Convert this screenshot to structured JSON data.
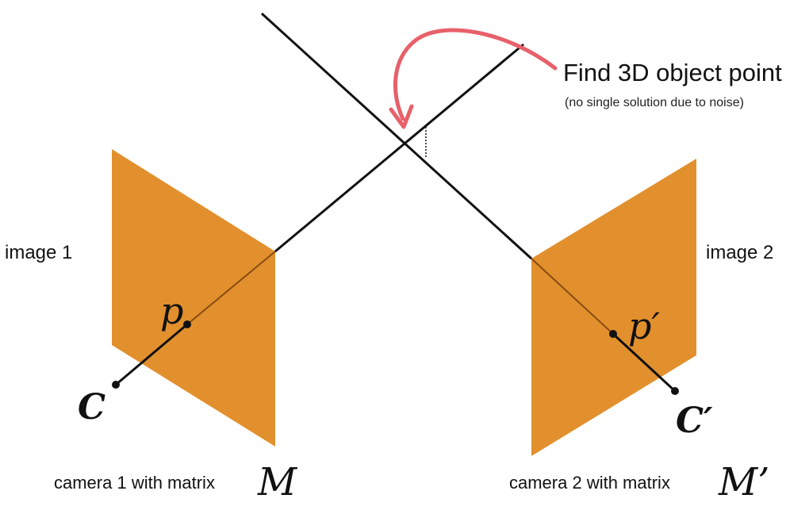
{
  "annotation": {
    "title": "Find 3D object point",
    "subtitle": "(no single solution due to noise)"
  },
  "images": {
    "left_label": "image 1",
    "right_label": "image 2"
  },
  "cameras": {
    "left_caption": "camera 1 with matrix",
    "left_matrix": "M",
    "right_caption": "camera 2 with matrix",
    "right_matrix": "M’"
  },
  "points": {
    "left_image_point": "p",
    "right_image_point": "p′",
    "left_center": "C",
    "right_center": "C′"
  },
  "colors": {
    "plane": "#e08a22",
    "ray": "#111111",
    "arrow": "#e8606a"
  }
}
